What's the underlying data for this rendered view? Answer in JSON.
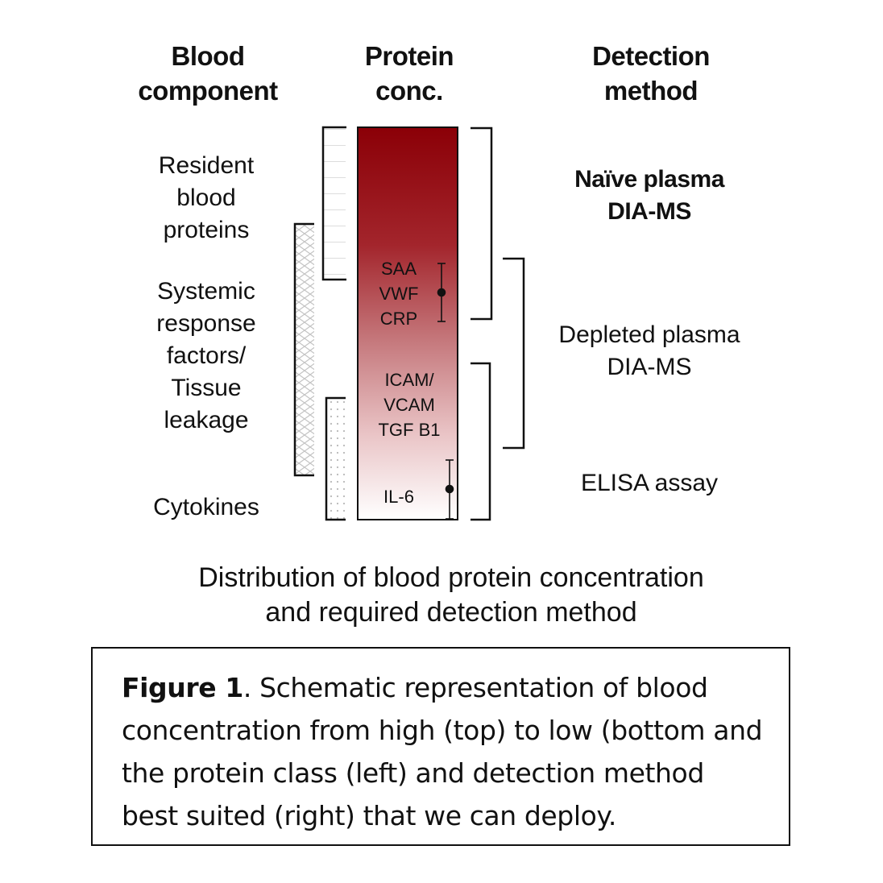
{
  "headers": {
    "component": [
      "Blood",
      "component"
    ],
    "concentration": [
      "Protein",
      "conc."
    ],
    "method": [
      "Detection",
      "method"
    ]
  },
  "components": {
    "resident": [
      "Resident",
      "blood",
      "proteins"
    ],
    "systemic": [
      "Systemic",
      "response",
      "factors/",
      "Tissue",
      "leakage"
    ],
    "cytokines": "Cytokines"
  },
  "proteins": {
    "group1": [
      "SAA",
      "VWF",
      "CRP"
    ],
    "group2": [
      "ICAM/",
      "VCAM",
      "TGF B1"
    ],
    "group3": "IL-6"
  },
  "methods": {
    "naive": [
      "Naïve plasma",
      "DIA-MS"
    ],
    "depleted": [
      "Depleted plasma",
      "DIA-MS"
    ],
    "elisa": "ELISA assay"
  },
  "subtitle": [
    "Distribution of blood protein concentration",
    "and required detection method"
  ],
  "caption": {
    "label": "Figure 1",
    "text": ". Schematic representation of blood concentration from high (top) to low (bottom and the protein class (left) and detection method best suited (right) that we can deploy."
  },
  "colors": {
    "bar_top": "#8b0007",
    "bar_bottom": "#ffffff"
  }
}
